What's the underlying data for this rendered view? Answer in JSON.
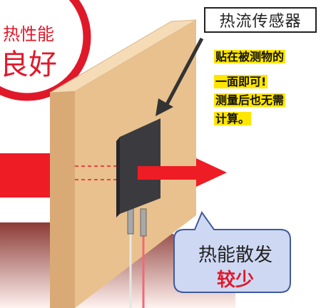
{
  "badge": {
    "line1": "热性能",
    "line2": "良好"
  },
  "sensor_label": "热流传感器",
  "notes": [
    "贴在被测物的",
    "一面即可!",
    "测量后也无需",
    "计算。"
  ],
  "bubble": {
    "line1": "热能散发",
    "line2": "较少"
  },
  "colors": {
    "wall": "#e8c18e",
    "wall_side": "#d9a976",
    "heat_arrow": "#ee1c25",
    "note_highlight": "#ffe600",
    "bubble_fill": "#cfd8f3",
    "bubble_border": "#3f5a9e",
    "sensor": "#3b3b3f"
  }
}
